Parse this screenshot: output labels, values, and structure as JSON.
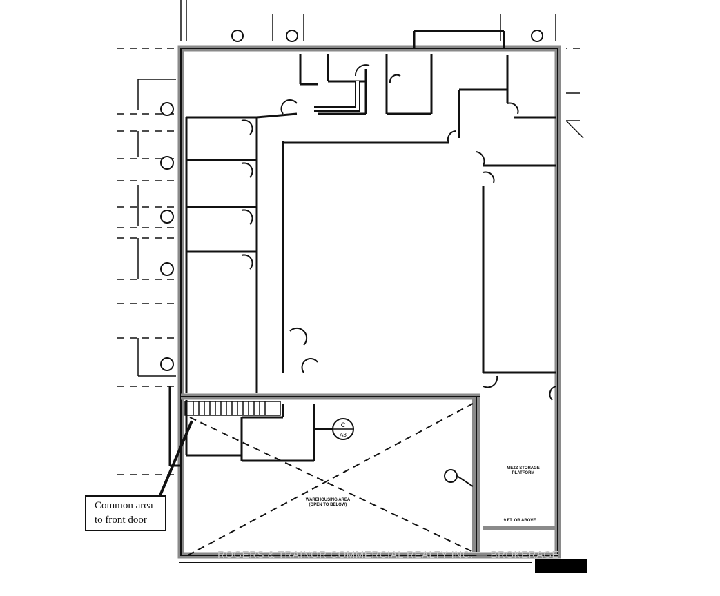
{
  "callout": {
    "line1": "Common area",
    "line2": "to front door"
  },
  "watermark": "ROGERS & TRAINOR COMMERCIAL REALTY INC. — BROKERAGE",
  "labels": {
    "warehouse": "WAREHOUSING AREA",
    "warehouse_sub": "(OPEN TO BELOW)",
    "mezz": "MEZZ STORAGE PLATFORM",
    "mezz_note": "9 FT. OR ABOVE"
  },
  "grid_tag": {
    "top": "C",
    "bottom": "A3"
  },
  "colors": {
    "line": "#111111",
    "highlight_wall": "#8a8a8a"
  }
}
